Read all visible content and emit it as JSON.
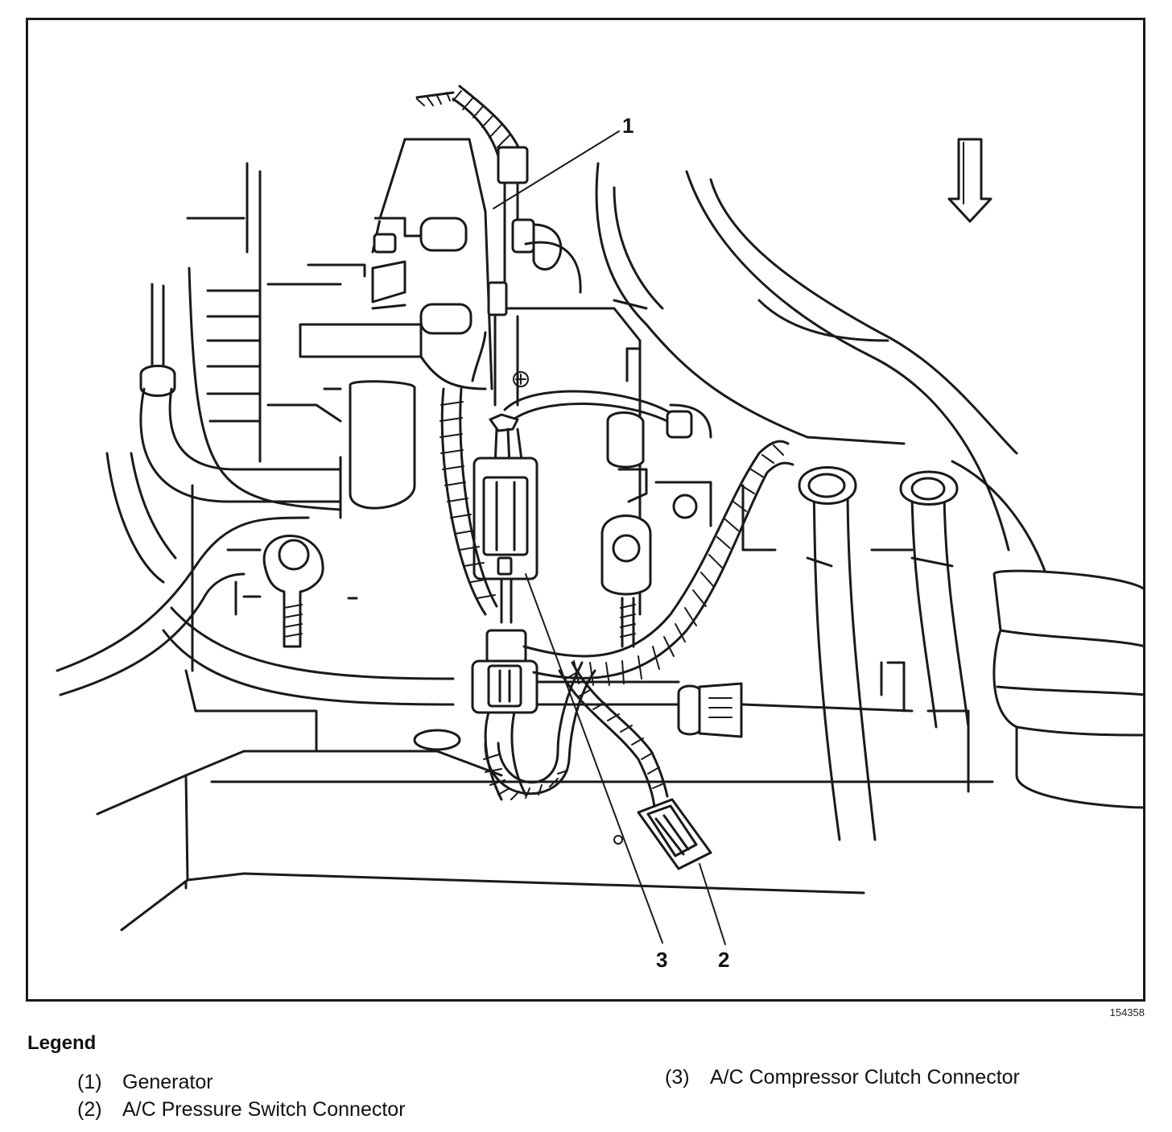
{
  "figure": {
    "id_label": "154358",
    "callouts": [
      {
        "id": "1",
        "text": "1"
      },
      {
        "id": "2",
        "text": "2"
      },
      {
        "id": "3",
        "text": "3"
      }
    ],
    "direction_arrow": "down-arrow-icon"
  },
  "legend": {
    "title": "Legend",
    "items": [
      {
        "number": "(1)",
        "label": "Generator"
      },
      {
        "number": "(2)",
        "label": "A/C Pressure Switch Connector"
      },
      {
        "number": "(3)",
        "label": "A/C Compressor Clutch Connector"
      }
    ]
  }
}
